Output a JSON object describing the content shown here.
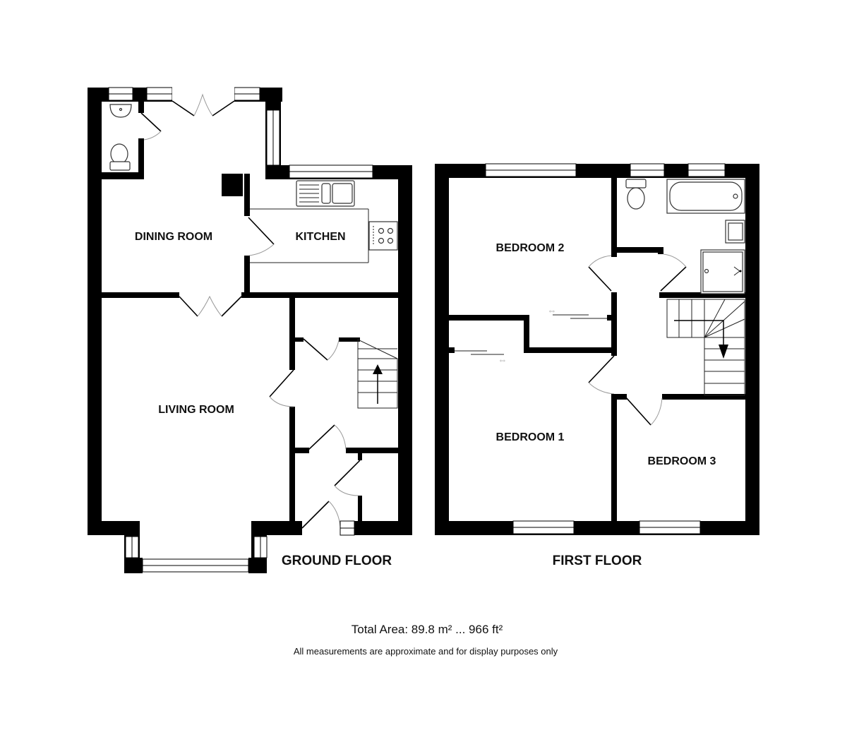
{
  "ground_floor": {
    "title": "GROUND FLOOR",
    "rooms": [
      {
        "name": "DINING ROOM"
      },
      {
        "name": "KITCHEN"
      },
      {
        "name": "LIVING ROOM"
      }
    ]
  },
  "first_floor": {
    "title": "FIRST FLOOR",
    "rooms": [
      {
        "name": "BEDROOM 2"
      },
      {
        "name": "BEDROOM 1"
      },
      {
        "name": "BEDROOM 3"
      }
    ]
  },
  "footer": {
    "total_area": "Total Area: 89.8 m² ... 966 ft²",
    "disclaimer": "All measurements are approximate and for display purposes only"
  },
  "colors": {
    "wall": "#000000",
    "background": "#ffffff",
    "door_arc": "#999999"
  }
}
